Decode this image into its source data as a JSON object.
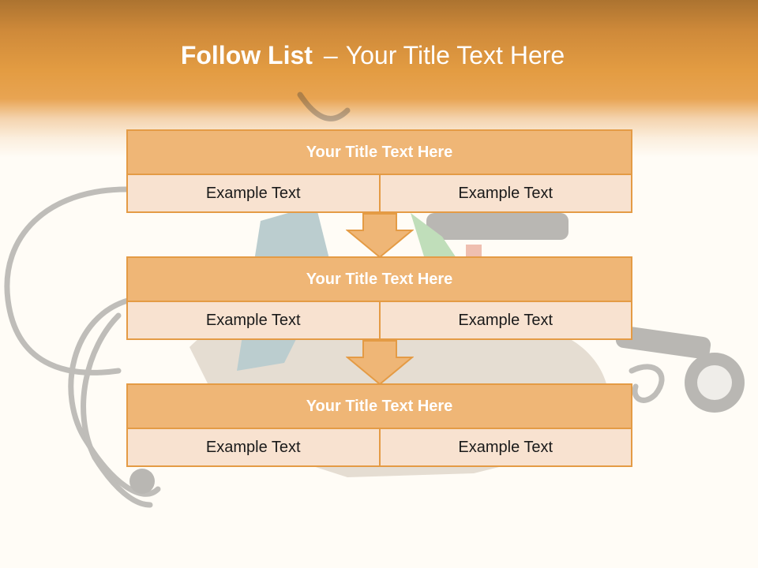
{
  "slide": {
    "title_bold": "Follow List",
    "title_separator": "–",
    "title_rest": "Your Title Text Here",
    "background_image": "tool-belt-photo",
    "colors": {
      "accent": "#e49b45",
      "title_fill": "#efb676",
      "cell_fill": "#f8e2d0",
      "header_band": "#e39c42"
    }
  },
  "blocks": [
    {
      "title": "Your Title Text Here",
      "cells": [
        "Example Text",
        "Example Text"
      ]
    },
    {
      "title": "Your Title Text Here",
      "cells": [
        "Example Text",
        "Example Text"
      ]
    },
    {
      "title": "Your Title Text Here",
      "cells": [
        "Example Text",
        "Example Text"
      ]
    }
  ],
  "arrow_icon": "down-arrow-icon"
}
